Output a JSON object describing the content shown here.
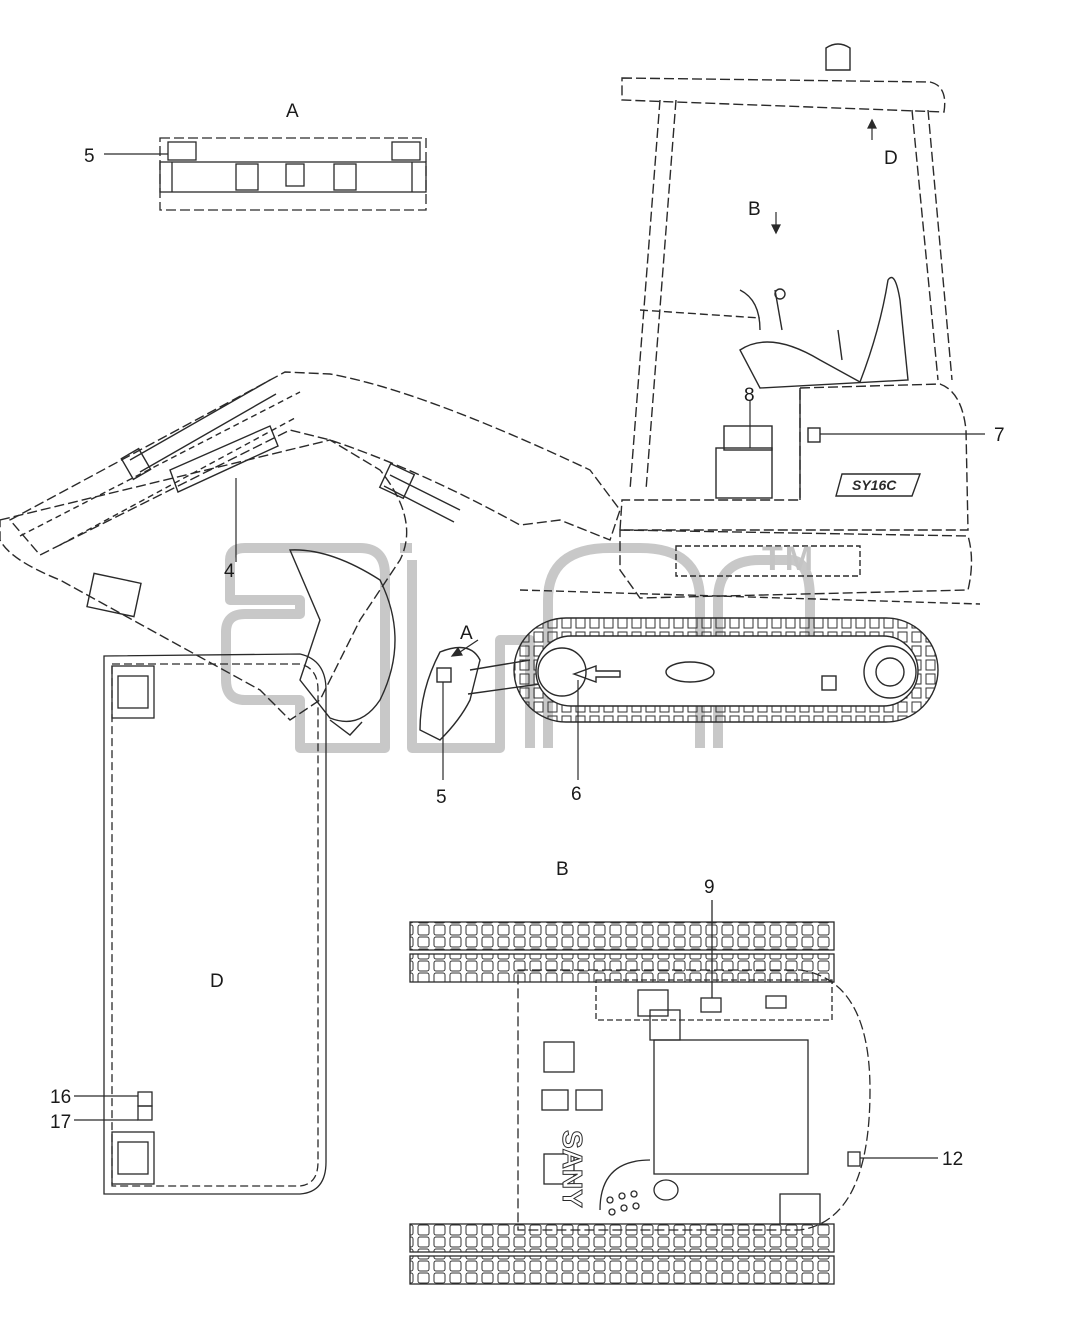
{
  "views": {
    "side": {
      "view_a_marker": "A",
      "view_b_marker": "B",
      "view_d_marker": "D"
    },
    "detail_a": {
      "title": "A"
    },
    "detail_b": {
      "title": "B"
    },
    "detail_d": {
      "title": "D"
    }
  },
  "callouts": {
    "c4": "4",
    "c5_side": "5",
    "c5_detail": "5",
    "c6": "6",
    "c7": "7",
    "c8": "8",
    "c9": "9",
    "c12": "12",
    "c16": "16",
    "c17": "17"
  },
  "decals": {
    "model_badge": "SY16C",
    "top_brand": "SANY"
  },
  "watermark": {
    "trademark": "TM"
  },
  "colors": {
    "line": "#2a2a2a",
    "dash": "#555555",
    "watermark": "#c4c4c4"
  }
}
